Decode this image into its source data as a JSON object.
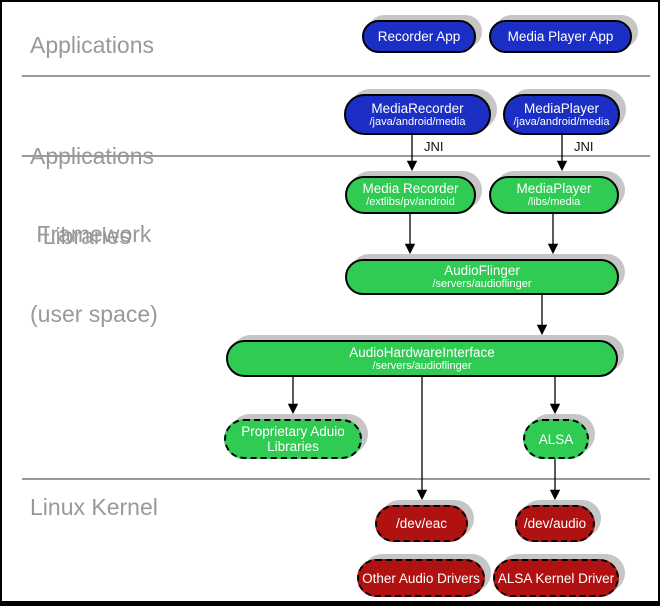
{
  "sections": {
    "applications": {
      "label": "Applications"
    },
    "framework": {
      "line1": "Applications",
      "line2": " Framework"
    },
    "libraries": {
      "line1": "  Libraries",
      "line2": "(user space)"
    },
    "kernel": {
      "label": "Linux Kernel"
    }
  },
  "nodes": {
    "recorder_app": {
      "title": "Recorder App"
    },
    "media_player_app": {
      "title": "Media Player App"
    },
    "media_recorder_fw": {
      "title": "MediaRecorder",
      "subtitle": "/java/android/media"
    },
    "media_player_fw": {
      "title": "MediaPlayer",
      "subtitle": "/java/android/media"
    },
    "media_recorder_lib": {
      "title": "Media Recorder",
      "subtitle": "/extlibs/pv/android"
    },
    "media_player_lib": {
      "title": "MediaPlayer",
      "subtitle": "/libs/media"
    },
    "audio_flinger": {
      "title": "AudioFlinger",
      "subtitle": "/servers/audioflinger"
    },
    "audio_hardware_interface": {
      "title": "AudioHardwareInterface",
      "subtitle": "/servers/audioflinger"
    },
    "proprietary_audio_libraries": {
      "line1": "Proprietary Aduio",
      "line2": "Libraries"
    },
    "alsa": {
      "title": "ALSA"
    },
    "dev_eac": {
      "title": "/dev/eac"
    },
    "dev_audio": {
      "title": "/dev/audio"
    },
    "other_audio_drivers": {
      "title": "Other Audio Drivers"
    },
    "alsa_kernel_driver": {
      "title": "ALSA Kernel Driver"
    }
  },
  "labels": {
    "jni": "JNI"
  },
  "colors": {
    "app_node": "#1b2fc4",
    "lib_node": "#2fcb53",
    "kernel_node": "#b01212",
    "shadow": "#c6c6c6",
    "divider": "#9a9a9a",
    "section_label": "#999999"
  }
}
